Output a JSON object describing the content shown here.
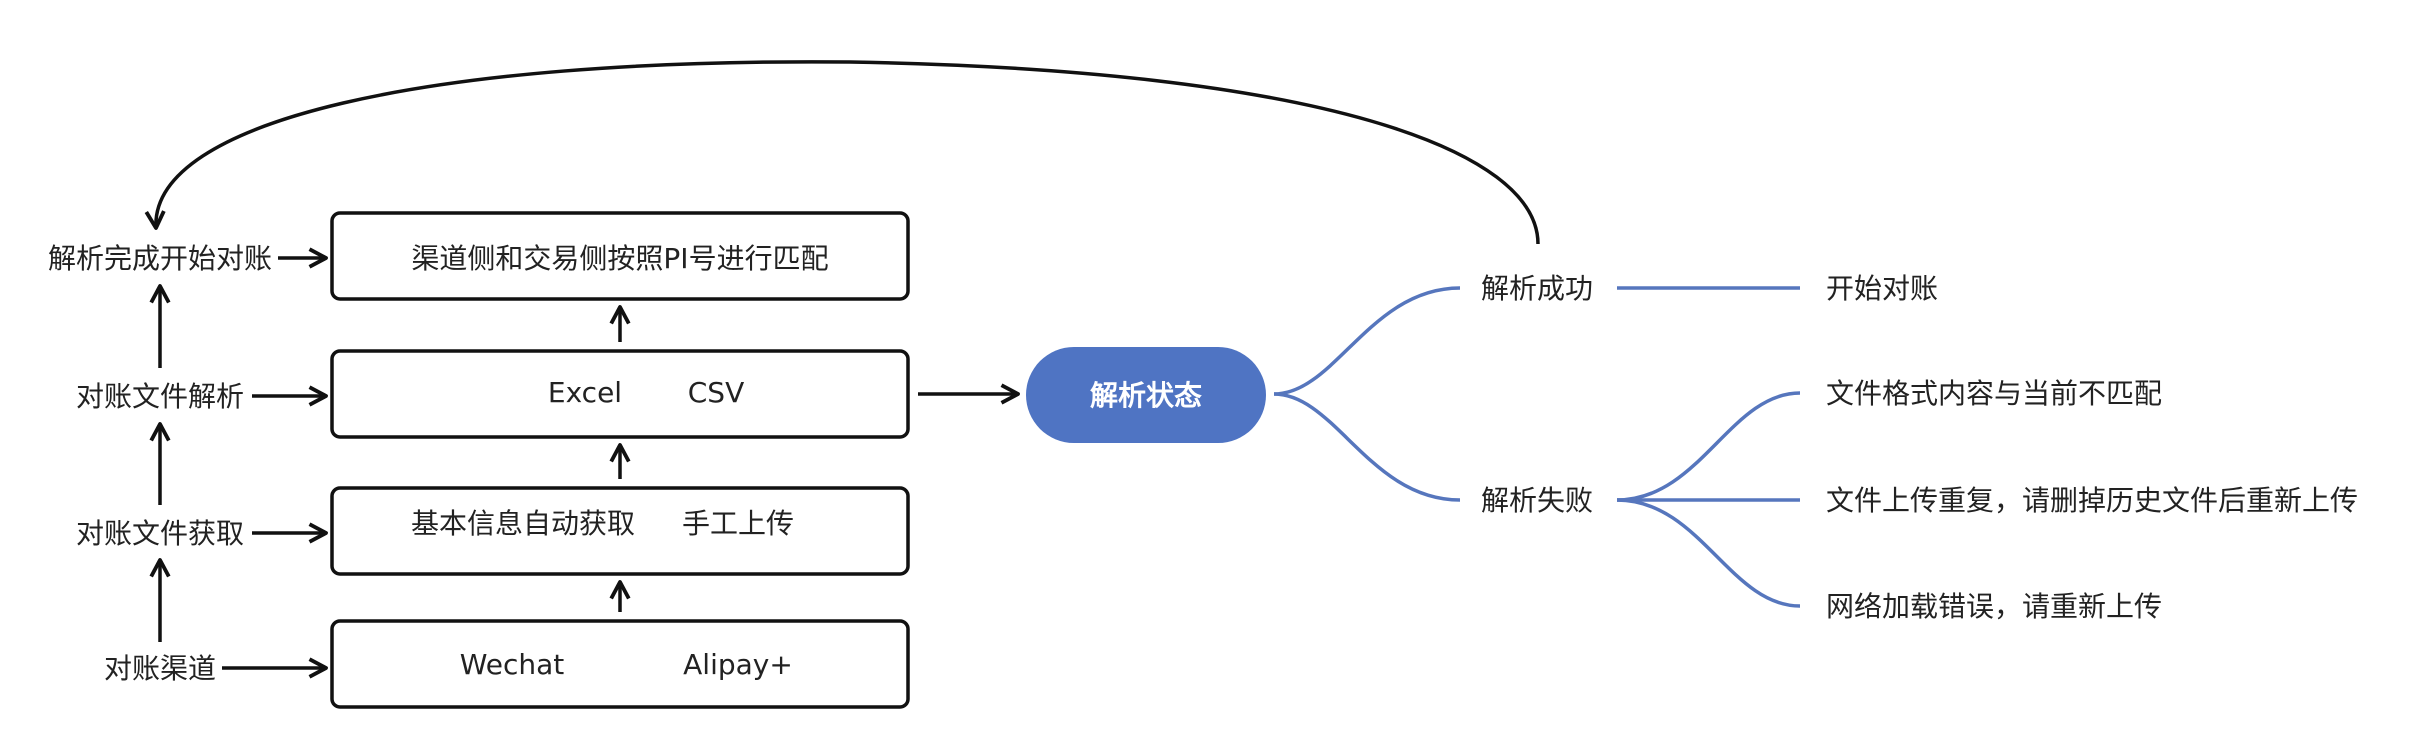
{
  "colors": {
    "accent": "#4f74c3",
    "branch": "#5676bd",
    "stroke": "#111111",
    "text": "#222222"
  },
  "flow": {
    "side_labels": {
      "start_reconcile": "解析完成开始对账",
      "file_parse": "对账文件解析",
      "file_fetch": "对账文件获取",
      "channel": "对账渠道"
    },
    "boxes": {
      "match": {
        "text": "渠道侧和交易侧按照PI号进行匹配"
      },
      "formats": {
        "left": "Excel",
        "right": "CSV"
      },
      "fetch": {
        "left": "基本信息自动获取",
        "right": "手工上传"
      },
      "channels": {
        "left": "Wechat",
        "right": "Alipay+"
      }
    }
  },
  "mindmap": {
    "center": "解析状态",
    "success": {
      "label": "解析成功",
      "children": [
        "开始对账"
      ]
    },
    "failure": {
      "label": "解析失败",
      "children": [
        "文件格式内容与当前不匹配",
        "文件上传重复，请删掉历史文件后重新上传",
        "网络加载错误，请重新上传"
      ]
    }
  }
}
